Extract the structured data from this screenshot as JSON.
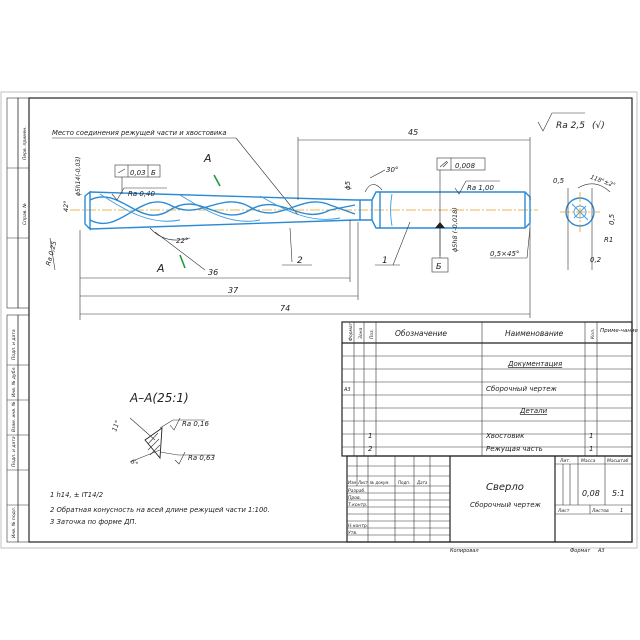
{
  "drawing": {
    "callout_joint": "Место соединения режущей части и хвостовика",
    "roughness_general": "Ra 2,5",
    "roughness_general_suffix": "(√)",
    "dims": {
      "d45": "45",
      "d36": "36",
      "d37": "37",
      "d74": "74",
      "d5": "ϕ5",
      "d5h": "ϕ5h14(-0,03)",
      "d5h8": "ϕ5h8 (-0,018)",
      "a30": "30°",
      "a22": "22°",
      "a05": "0,5",
      "a45deg": "0,5×45°",
      "a48": "42°",
      "r1": "R1",
      "r05": "0,5",
      "r02": "0,2",
      "ang118": "118°±2°"
    },
    "tolerances": {
      "runout_val": "0,03",
      "runout_base": "Б",
      "flat_val": "0,008"
    },
    "roughness": {
      "ra040": "Ra 0,40",
      "ra100": "Ra 1,00",
      "ra025": "Ra 0,25",
      "ra016": "Ra 0,16",
      "ra063": "Ra 0,63"
    },
    "markers": {
      "section": "A",
      "base": "Б",
      "pos1": "1",
      "pos2": "2"
    },
    "section_title": "A–A(25:1)",
    "section_angles": {
      "a1": "11°",
      "a2": "6°"
    },
    "notes": [
      "1 h14, ± IT14/2",
      "2 Обратная конусность на всей длине режущей части 1:100.",
      "3 Заточка по форме ДП."
    ]
  },
  "spec": {
    "headers": [
      "Формат",
      "Зона",
      "Поз.",
      "Обозначение",
      "Наименование",
      "Кол.",
      "Приме-чание"
    ],
    "rows": [
      {
        "fmt": "",
        "zone": "",
        "pos": "",
        "designation": "",
        "name": "Документация",
        "qty": "",
        "note": ""
      },
      {
        "fmt": "А3",
        "zone": "",
        "pos": "",
        "designation": "",
        "name": "Сборочный чертеж",
        "qty": "",
        "note": ""
      },
      {
        "fmt": "",
        "zone": "",
        "pos": "",
        "designation": "",
        "name": "Детали",
        "qty": "",
        "note": ""
      },
      {
        "fmt": "",
        "zone": "",
        "pos": "1",
        "designation": "",
        "name": "Хвостовик",
        "qty": "1",
        "note": ""
      },
      {
        "fmt": "",
        "zone": "",
        "pos": "2",
        "designation": "",
        "name": "Режущая часть",
        "qty": "1",
        "note": ""
      }
    ]
  },
  "title_block": {
    "title": "Сверло",
    "subtitle": "Сборочный чертеж",
    "col_heads": [
      "Изм",
      "Лист",
      "№ докум.",
      "Подп.",
      "Дата"
    ],
    "roles": [
      "Разраб.",
      "Пров.",
      "Т.контр.",
      "",
      "Н.контр.",
      "Утв."
    ],
    "lit_label": "Лит.",
    "mass_label": "Масса",
    "scale_label": "Масштаб",
    "mass": "0,08",
    "scale": "5:1",
    "sheet_label": "Лист",
    "sheets_label": "Листов",
    "sheets": "1",
    "copied": "Копировал",
    "format_label": "Формат",
    "format": "A3"
  },
  "side_labels": [
    "Перв. примен.",
    "Справ. №",
    "Подп. и дата",
    "Инв. № дубл.",
    "Взам. инв. №",
    "Подп. и дата",
    "Инв. № подл."
  ]
}
